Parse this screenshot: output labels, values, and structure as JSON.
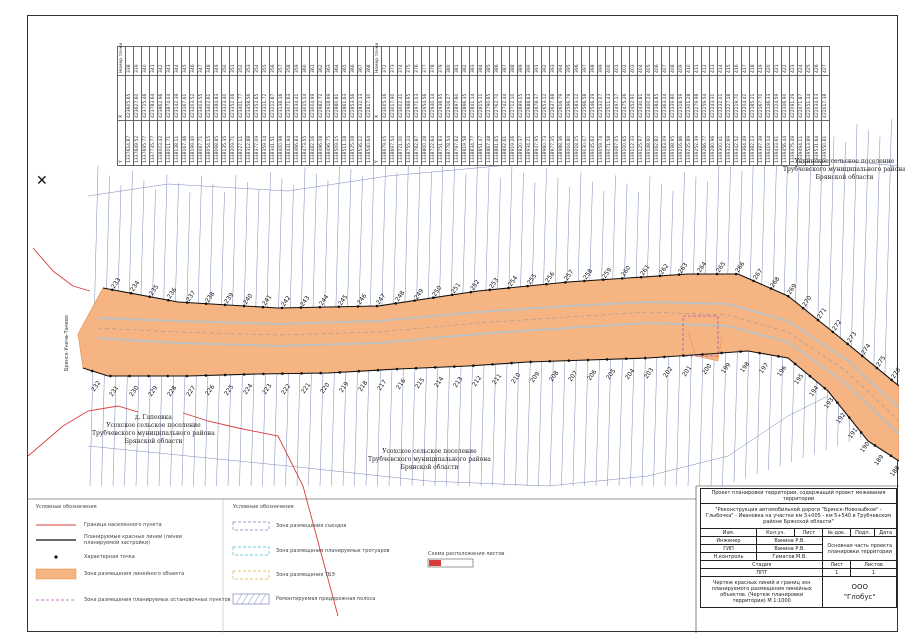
{
  "sheet": {
    "north_marker": "✕"
  },
  "place_labels": {
    "top_right": [
      "Уцкинское сельское поселение",
      "Трубчевского муниципального района",
      "Брянской области"
    ],
    "bottom_center": [
      "Усохское сельское поселение",
      "Трубчевского муниципального района",
      "Брянской области"
    ],
    "left": [
      "д. Гапеевка",
      "Усохское сельское поселение",
      "Трубчевского муниципального района",
      "Брянской области"
    ],
    "left_vertical": "Брянск-Унеча-Тачево"
  },
  "table_left": {
    "headers": [
      "Номер точки",
      "Координаты",
      "X",
      "Y"
    ],
    "rows": [
      [
        "338",
        "423605.65",
        "1337614.87"
      ],
      [
        "339",
        "423627.60",
        "1337649.52"
      ],
      [
        "340",
        "423715.46",
        "1337695.77"
      ],
      [
        "341",
        "423783.64",
        "1337735.77"
      ],
      [
        "342",
        "423862.96",
        "1338003.42"
      ],
      [
        "343",
        "423874.04",
        "1338011.71"
      ],
      [
        "344",
        "423142.39",
        "1338138.11"
      ],
      [
        "345",
        "423167.61",
        "1338167.46"
      ],
      [
        "346",
        "423203.52",
        "1338199.40"
      ],
      [
        "347",
        "423403.55",
        "1338087.71"
      ],
      [
        "348",
        "423402.61",
        "1338054.15"
      ],
      [
        "349",
        "423384.83",
        "1338068.85"
      ],
      [
        "350",
        "423323.40",
        "1338135.35"
      ],
      [
        "351",
        "423352.06",
        "1338209.71"
      ],
      [
        "352",
        "423401.77",
        "1338227.11"
      ],
      [
        "353",
        "423458.56",
        "1338312.88"
      ],
      [
        "354",
        "423352.65",
        "1338377.09"
      ],
      [
        "355",
        "423311.72",
        "1338359.14"
      ],
      [
        "356",
        "423212.87",
        "1338341.51"
      ],
      [
        "357",
        "423138.16",
        "1338400.98"
      ],
      [
        "358",
        "423071.63",
        "1338431.94"
      ],
      [
        "359",
        "423034.41",
        "1338466.83"
      ],
      [
        "360",
        "423015.14",
        "1338473.55"
      ],
      [
        "361",
        "423004.99",
        "1338482.16"
      ],
      [
        "362",
        "422982.72",
        "1338496.08"
      ],
      [
        "363",
        "422918.99",
        "1338496.75"
      ],
      [
        "364",
        "422880.81",
        "1338509.15"
      ],
      [
        "365",
        "422861.63",
        "1338511.18"
      ],
      [
        "366",
        "422853.56",
        "1338525.08"
      ],
      [
        "367",
        "422832.13",
        "1338536.12"
      ],
      [
        "368",
        "422817.30",
        "1338540.64"
      ],
      [
        "369",
        "422776.09",
        "1338551.38"
      ],
      [
        "370",
        "422778.90",
        "1338541.58"
      ],
      [
        "371",
        "423004.91",
        "1338662.58"
      ]
    ]
  },
  "table_right": {
    "headers": [
      "Номер точки",
      "Координаты",
      "X",
      "Y"
    ],
    "rows": [
      [
        "372",
        "423005.16",
        "1338679.05"
      ],
      [
        "373",
        "423017.90",
        "1338697.54"
      ],
      [
        "374",
        "423002.41",
        "1338721.00"
      ],
      [
        "375",
        "422988.95",
        "1338755.24"
      ],
      [
        "376",
        "422971.03",
        "1338782.87"
      ],
      [
        "377",
        "422954.56",
        "1338800.28"
      ],
      [
        "378",
        "422940.14",
        "1338722.64"
      ],
      [
        "379",
        "422938.95",
        "1338751.83"
      ],
      [
        "380",
        "422916.27",
        "1338778.54"
      ],
      [
        "381",
        "422897.60",
        "1338797.62"
      ],
      [
        "382",
        "422866.35",
        "1338819.58"
      ],
      [
        "383",
        "422841.14",
        "1338834.77"
      ],
      [
        "384",
        "422815.11",
        "1338851.47"
      ],
      [
        "385",
        "422790.65",
        "1338867.48"
      ],
      [
        "386",
        "422762.70",
        "1338881.65"
      ],
      [
        "387",
        "422742.44",
        "1338892.61"
      ],
      [
        "388",
        "422712.10",
        "1338919.26"
      ],
      [
        "389",
        "422699.05",
        "1338920.37"
      ],
      [
        "390",
        "422688.83",
        "1338934.21"
      ],
      [
        "391",
        "422678.37",
        "1338947.95"
      ],
      [
        "392",
        "422653.12",
        "1338960.73"
      ],
      [
        "393",
        "422637.68",
        "1338977.35"
      ],
      [
        "394",
        "422616.79",
        "1338988.36"
      ],
      [
        "395",
        "422596.79",
        "1339004.80"
      ],
      [
        "396",
        "422583.12",
        "1339018.25"
      ],
      [
        "397",
        "422566.58",
        "1339030.07"
      ],
      [
        "398",
        "422546.29",
        "1339045.62"
      ],
      [
        "399",
        "422532.07",
        "1339059.74"
      ],
      [
        "400",
        "422511.43",
        "1339071.58"
      ],
      [
        "401",
        "422497.17",
        "1339087.05"
      ],
      [
        "402",
        "422475.26",
        "1339100.65"
      ],
      [
        "403",
        "422452.91",
        "1339112.33"
      ],
      [
        "404",
        "422430.81",
        "1339125.97"
      ],
      [
        "405",
        "422400.24",
        "1339148.60"
      ],
      [
        "406",
        "422384.85",
        "1339162.82"
      ],
      [
        "407",
        "422363.14",
        "1339183.09"
      ],
      [
        "408",
        "422339.80",
        "1339198.95"
      ],
      [
        "409",
        "422318.59",
        "1339216.86"
      ],
      [
        "410",
        "422301.28",
        "1339235.89"
      ],
      [
        "411",
        "422279.98",
        "1339252.39"
      ],
      [
        "412",
        "422259.54",
        "1339266.77"
      ],
      [
        "413",
        "422243.31",
        "1339280.96"
      ],
      [
        "414",
        "422232.01",
        "1339300.41"
      ],
      [
        "415",
        "422227.18",
        "1339322.69"
      ],
      [
        "416",
        "422219.70",
        "1339342.52"
      ],
      [
        "417",
        "422204.42",
        "1339364.49"
      ],
      [
        "418",
        "422185.21",
        "1339382.13"
      ],
      [
        "419",
        "422167.70",
        "1339397.39"
      ],
      [
        "420",
        "422146.33",
        "1339419.14"
      ],
      [
        "421",
        "422124.59",
        "1339433.61"
      ],
      [
        "422",
        "422106.90",
        "1339456.44"
      ],
      [
        "423",
        "422091.29",
        "1339475.49"
      ],
      [
        "424",
        "422071.87",
        "1339494.11"
      ],
      [
        "425",
        "422051.14",
        "1339513.89"
      ],
      [
        "426",
        "422034.03",
        "1339531.64"
      ],
      [
        "427",
        "422017.38",
        "1339550.81"
      ]
    ]
  },
  "point_labels_top": [
    "233",
    "234",
    "235",
    "236",
    "237",
    "238",
    "239",
    "240",
    "241",
    "242",
    "243",
    "244",
    "245",
    "246",
    "247",
    "248",
    "249",
    "250",
    "251",
    "252",
    "253",
    "254",
    "255",
    "256",
    "257",
    "258",
    "259",
    "260",
    "261",
    "262",
    "263",
    "264",
    "265",
    "266",
    "267",
    "268",
    "269",
    "270",
    "271",
    "272",
    "273",
    "274",
    "275",
    "276"
  ],
  "point_labels_bottom": [
    "232",
    "231",
    "230",
    "229",
    "228",
    "227",
    "226",
    "225",
    "224",
    "223",
    "222",
    "221",
    "220",
    "219",
    "218",
    "217",
    "216",
    "215",
    "214",
    "213",
    "212",
    "211",
    "210",
    "209",
    "208",
    "207",
    "206",
    "205",
    "204",
    "203",
    "202",
    "201",
    "200",
    "199",
    "198",
    "197",
    "196",
    "195",
    "194",
    "193",
    "192",
    "191",
    "190",
    "189",
    "188"
  ],
  "legend_left": {
    "title": "Условные обозначения",
    "items": [
      "Граница населенного пункта",
      "Планируемые красные линии (линии планируемой застройки)",
      "Характерная точка",
      "Зона размещения линейного объекта",
      "Зона размещения планируемых остановочных пунктов"
    ]
  },
  "legend_right": {
    "title": "Условные обозначения",
    "items": [
      "Зона размещения съездов",
      "Зона размещения планируемых тротуаров",
      "Зона размещения ТБЭ",
      "Ремонтируемая придорожная полоса"
    ]
  },
  "scale_note": "Схема расположения листов",
  "stamp": {
    "title": "Проект планировки территории, содержащий проект межевания территории",
    "object": "\"Реконструкция автомобильной дороги \"Брянск-Новозыбков\" - Глыбочка\" - Ивановка на участке км 3+005 - км 5+540 в Трубчевском районе Брянской области\"",
    "sheet_title": "Основная часть проекта планировки территории",
    "drawing": "Чертеж красных линий и границ зон планируемого размещения линейных объектов. (Чертеж планировки территории) М 1:1000",
    "stage": "ППТ",
    "sheet": "1",
    "sheets": "1",
    "org_prefix": "ООО",
    "org": "\"Глобус\"",
    "hdr": [
      "Изм.",
      "Кол.уч.",
      "Лист",
      "№ док.",
      "Подп.",
      "Дата"
    ],
    "roles": [
      [
        "Инженер",
        "Ванина Р.В."
      ],
      [
        "ГИП",
        "Ванина Р.В."
      ],
      [
        "Н.контроль",
        "Гиматов М.В."
      ]
    ],
    "col_stage": "Стадия",
    "col_sheet": "Лист",
    "col_sheets": "Листов"
  },
  "colors": {
    "zone": "#f5b482",
    "zone_stroke": "#e38a45",
    "boundary": "#d93b3b",
    "red_line": "#111111",
    "parcel": "#7a86b8",
    "road_center": "#bfbfbf",
    "stop_zone": "#b04fb4",
    "ditch": "#4ab8d6",
    "sidewalk": "#d6d64a"
  }
}
